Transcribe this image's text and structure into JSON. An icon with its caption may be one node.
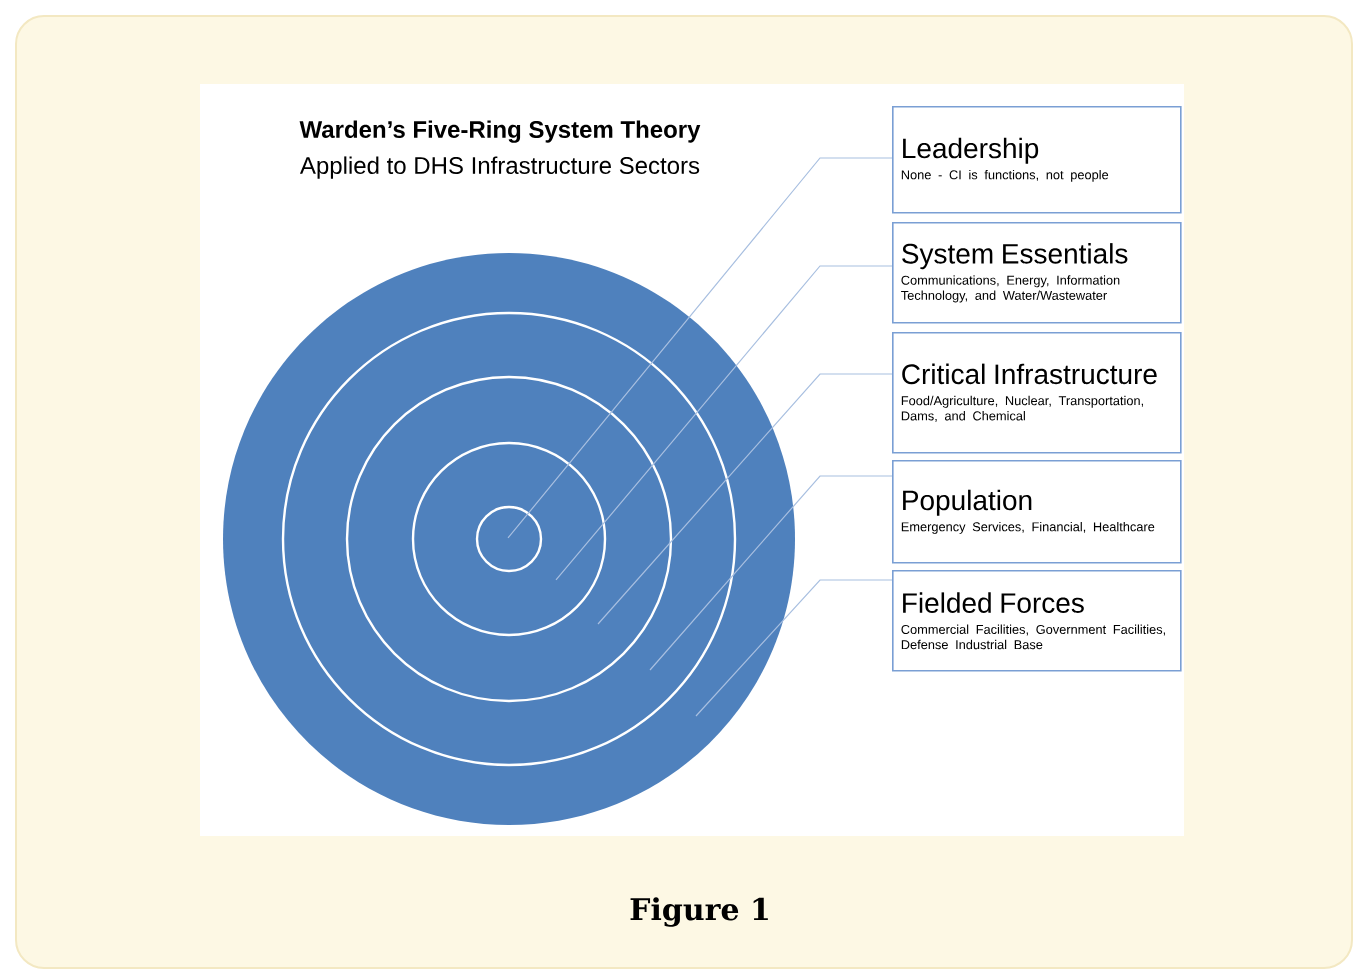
{
  "diagram": {
    "title": "Warden’s Five-Ring System Theory",
    "caption": "Figure 1",
    "nodes": [
      {
        "text": [
          "Leadership",
          "None - CI is functions, not people"
        ]
      },
      {
        "text": [
          "System Essentials",
          "Communications, Energy, Information Technology, and Water/Wastewater"
        ]
      },
      {
        "text": [
          "Critical Infrastructure",
          "Food/Agriculture, Nuclear, Transportation, Dams, and Chemical"
        ]
      },
      {
        "text": [
          "Population",
          "Emergency Services, Financial, Healthcare"
        ]
      },
      {
        "text": [
          "Fielded Forces",
          "Commercial Facilities, Government Facilities, Defense Industrial Base"
        ]
      }
    ],
    "edges": [
      {
        "from": 0,
        "to": null,
        "arrow": "none"
      },
      {
        "from": 1,
        "to": null,
        "arrow": "none"
      },
      {
        "from": 2,
        "to": null,
        "arrow": "none"
      },
      {
        "from": 3,
        "to": null,
        "arrow": "none"
      },
      {
        "from": 4,
        "to": null,
        "arrow": "none"
      }
    ],
    "labels": [
      "Applied to DHS Infrastructure Sectors"
    ]
  }
}
